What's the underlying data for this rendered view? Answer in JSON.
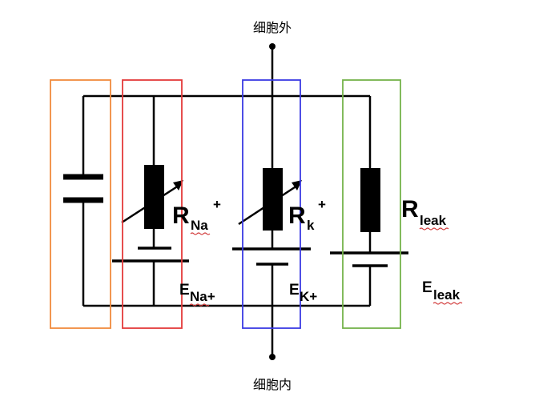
{
  "labels": {
    "outside": "细胞外",
    "inside": "细胞内",
    "r_na": {
      "main": "R",
      "sub": "Na",
      "sup": "+"
    },
    "r_k": {
      "main": "R",
      "sub": "k",
      "sup": "+"
    },
    "r_leak": {
      "main": "R",
      "sub": "leak"
    },
    "e_na": {
      "main": "E",
      "sub": "Na+"
    },
    "e_k": {
      "main": "E",
      "sub": "K+"
    },
    "e_leak": {
      "main": "E",
      "sub": "leak"
    }
  },
  "colors": {
    "capacitor_frame": "#f08a3c",
    "na_frame": "#e33a3a",
    "k_frame": "#3a3ae3",
    "leak_frame": "#74b34a",
    "wire": "#000000"
  },
  "icons": {
    "capacitor": "capacitor-symbol",
    "variable_resistor": "variable-resistor-symbol",
    "resistor": "resistor-symbol",
    "battery": "battery-symbol"
  }
}
